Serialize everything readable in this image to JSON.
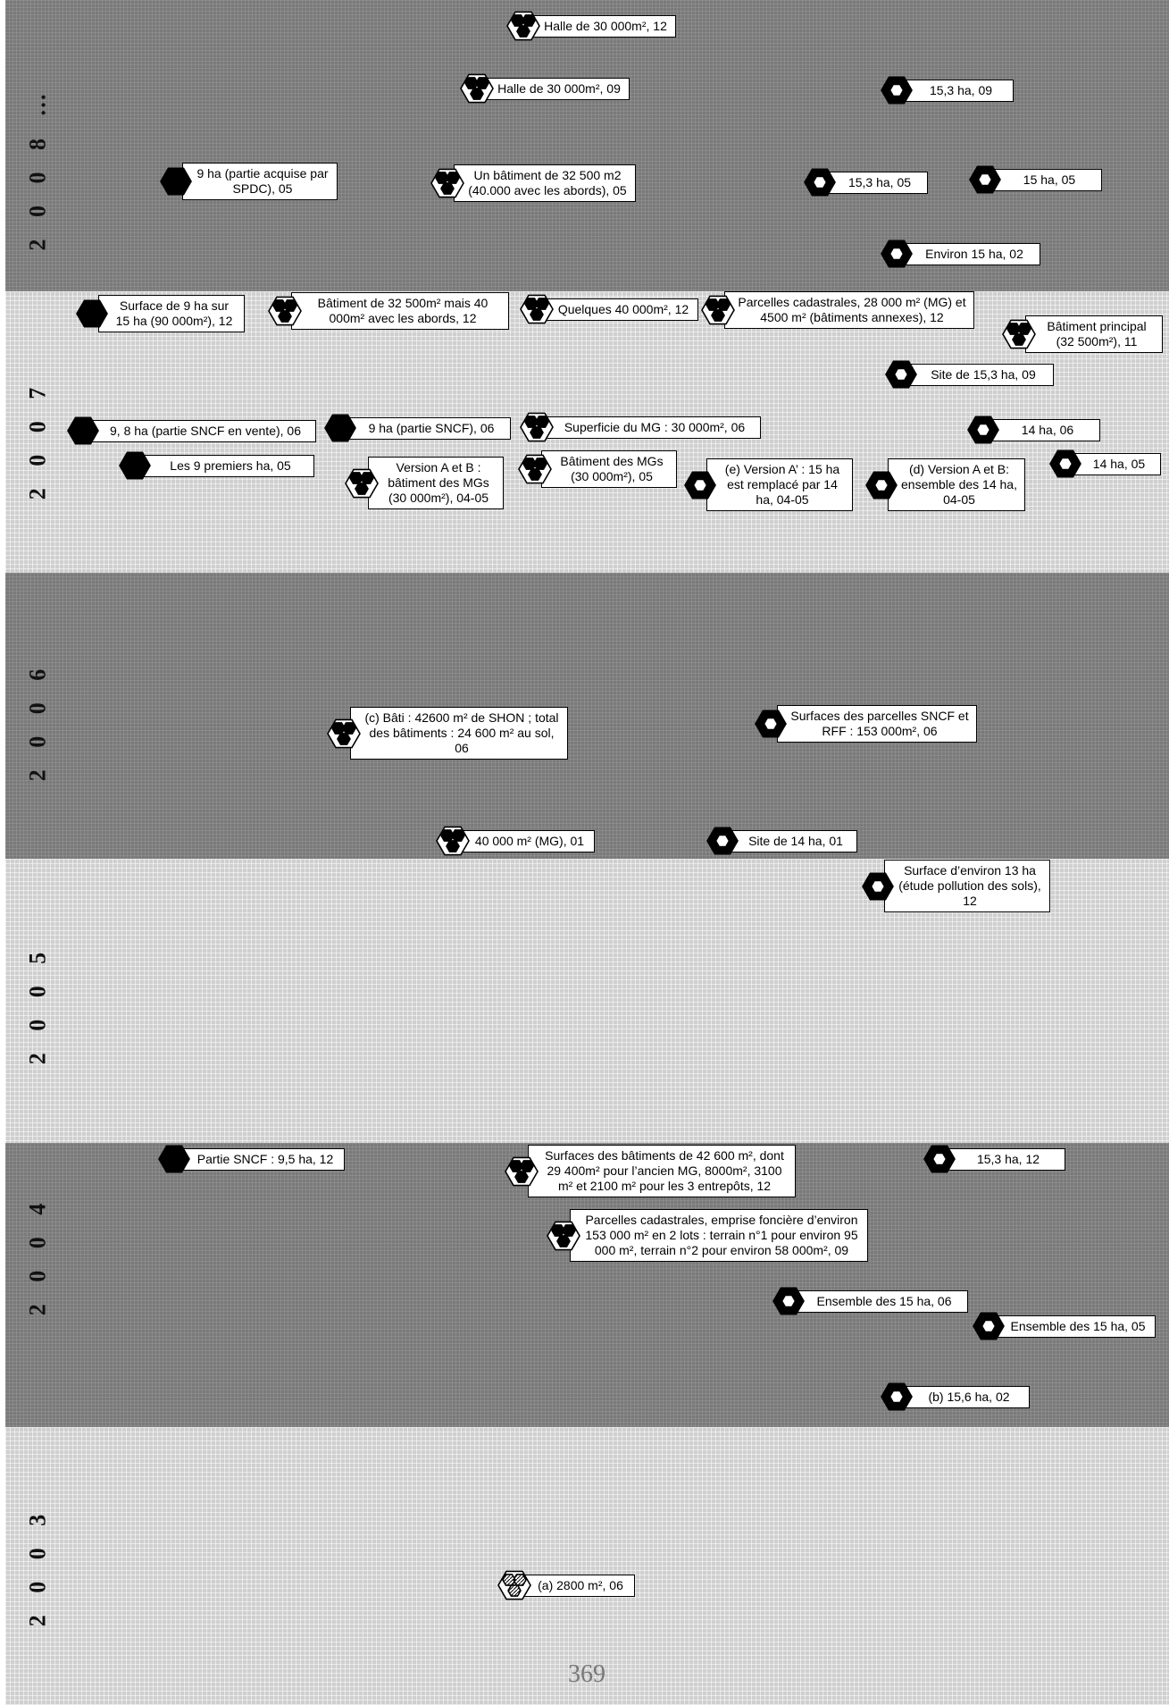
{
  "years": [
    {
      "id": "2008",
      "label": "2 0 0 8 …",
      "shade": "dark"
    },
    {
      "id": "2007",
      "label": "2 0 0 7",
      "shade": "light"
    },
    {
      "id": "2006",
      "label": "2 0 0 6",
      "shade": "dark"
    },
    {
      "id": "2005",
      "label": "2 0 0 5",
      "shade": "light"
    },
    {
      "id": "2004",
      "label": "2 0 0 4",
      "shade": "dark"
    },
    {
      "id": "2003",
      "label": "2 0 0 3",
      "shade": "light"
    }
  ],
  "icon_types": {
    "single": "single-hexagon-icon",
    "hole": "hexagon-ring-icon",
    "cluster": "hexagon-cluster-icon",
    "hatched": "hatched-hexagon-cluster-icon"
  },
  "items": {
    "y2008": [
      {
        "text": "Halle de 30 000m², 12",
        "icon": "cluster"
      },
      {
        "text": "Halle de 30 000m², 09",
        "icon": "cluster"
      },
      {
        "text": "15,3 ha, 09",
        "icon": "hole"
      },
      {
        "text": "9 ha (partie acquise par SPDC), 05",
        "icon": "single"
      },
      {
        "text": "Un bâtiment de 32 500 m2 (40.000 avec les abords), 05",
        "icon": "cluster"
      },
      {
        "text": "15,3 ha, 05",
        "icon": "hole"
      },
      {
        "text": "15 ha, 05",
        "icon": "hole"
      },
      {
        "text": "Environ 15 ha, 02",
        "icon": "hole"
      }
    ],
    "y2007": [
      {
        "text": "Surface de 9 ha sur 15 ha (90 000m²), 12",
        "icon": "single"
      },
      {
        "text": "Bâtiment de 32 500m² mais 40 000m² avec les abords, 12",
        "icon": "cluster"
      },
      {
        "text": "Quelques 40 000m², 12",
        "icon": "cluster"
      },
      {
        "text": "Parcelles cadastrales, 28 000 m² (MG) et 4500 m² (bâtiments annexes), 12",
        "icon": "cluster"
      },
      {
        "text": "Bâtiment principal (32 500m²), 11",
        "icon": "cluster"
      },
      {
        "text": "Site de 15,3 ha, 09",
        "icon": "hole"
      },
      {
        "text": "9, 8 ha (partie SNCF en vente), 06",
        "icon": "single"
      },
      {
        "text": "9 ha (partie SNCF), 06",
        "icon": "single"
      },
      {
        "text": "Superficie du MG : 30 000m², 06",
        "icon": "cluster"
      },
      {
        "text": "14 ha, 06",
        "icon": "hole"
      },
      {
        "text": "Les 9 premiers ha, 05",
        "icon": "single"
      },
      {
        "text": "Version A et B : bâtiment des MGs (30 000m²), 04-05",
        "icon": "cluster"
      },
      {
        "text": "Bâtiment des MGs (30 000m²), 05",
        "icon": "cluster"
      },
      {
        "text": "(e) Version A’ : 15 ha est remplacé par 14 ha, 04-05",
        "icon": "hole"
      },
      {
        "text": "(d) Version A et B: ensemble des 14 ha, 04-05",
        "icon": "hole"
      },
      {
        "text": "14 ha, 05",
        "icon": "hole"
      }
    ],
    "y2006": [
      {
        "text": "(c) Bâti : 42600 m² de SHON ; total des bâtiments : 24 600 m² au sol, 06",
        "icon": "cluster"
      },
      {
        "text": "Surfaces des parcelles  SNCF et RFF : 153 000m², 06",
        "icon": "hole"
      },
      {
        "text": "40 000 m² (MG), 01",
        "icon": "cluster"
      },
      {
        "text": "Site de 14 ha, 01",
        "icon": "hole"
      }
    ],
    "y2005": [
      {
        "text": "Surface d’environ 13 ha (étude pollution des sols), 12",
        "icon": "hole"
      }
    ],
    "y2004": [
      {
        "text": "Partie SNCF : 9,5 ha, 12",
        "icon": "single"
      },
      {
        "text": "Surfaces des bâtiments de 42 600 m², dont 29 400m² pour l’ancien MG, 8000m², 3100 m² et 2100 m² pour les 3 entrepôts, 12",
        "icon": "cluster"
      },
      {
        "text": "15,3 ha, 12",
        "icon": "hole"
      },
      {
        "text": "Parcelles cadastrales, emprise foncière d’environ 153 000 m² en 2 lots : terrain n°1 pour environ 95 000 m², terrain n°2 pour environ 58 000m², 09",
        "icon": "cluster"
      },
      {
        "text": "Ensemble des 15 ha, 06",
        "icon": "hole"
      },
      {
        "text": "Ensemble des 15 ha, 05",
        "icon": "hole"
      },
      {
        "text": "(b) 15,6 ha, 02",
        "icon": "hole"
      }
    ],
    "y2003": [
      {
        "text": "(a) 2800 m², 06",
        "icon": "hatched"
      }
    ]
  },
  "page_number": "369"
}
